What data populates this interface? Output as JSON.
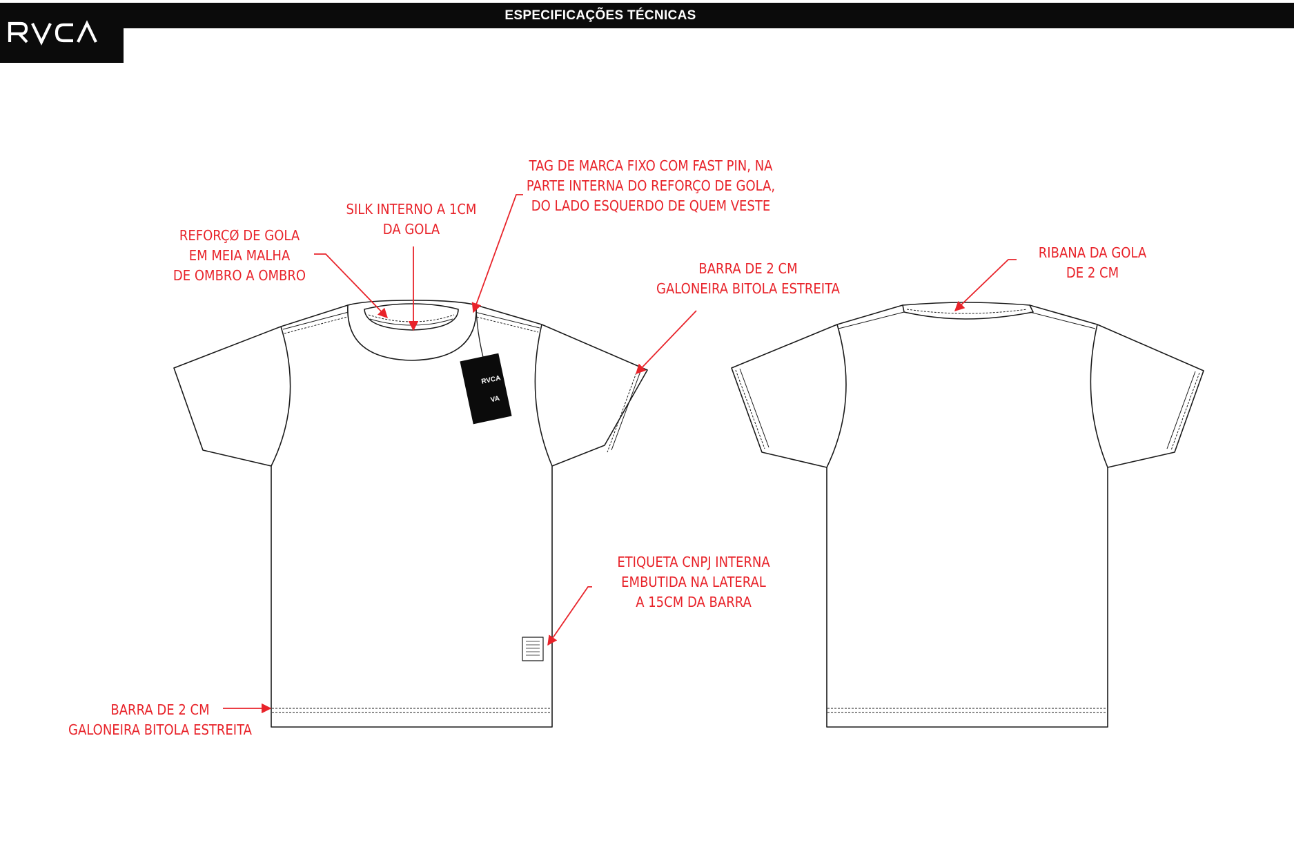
{
  "header": {
    "title": "ESPECIFICAÇÕES TÉCNICAS",
    "logo_text": "RVCA",
    "bar_color": "#0b0b0b"
  },
  "hangtag": {
    "brand": "RVCA",
    "mark": "VA"
  },
  "callouts": {
    "collar_reinforcement": [
      "REFORÇØ DE GOLA",
      "EM MEIA MALHA",
      "DE OMBRO A OMBRO"
    ],
    "inner_silk": [
      "SILK INTERNO A 1CM",
      "DA GOLA"
    ],
    "brand_tag": [
      "TAG DE MARCA FIXO COM FAST PIN, NA",
      "PARTE INTERNA DO REFORÇO DE GOLA,",
      "DO LADO ESQUERDO  DE QUEM VESTE"
    ],
    "sleeve_hem": [
      "BARRA DE 2 CM",
      "GALONEIRA BITOLA ESTREITA"
    ],
    "cnpj_label": [
      "ETIQUETA CNPJ INTERNA",
      "EMBUTIDA NA LATERAL",
      "A 15CM DA BARRA"
    ],
    "bottom_hem": [
      "BARRA DE 2 CM",
      "GALONEIRA BITOLA ESTREITA"
    ],
    "back_collar_rib": [
      "RIBANA DA GOLA",
      "DE 2 CM"
    ]
  },
  "colors": {
    "annotation": "#e8232a",
    "outline": "#1a1a1a",
    "background": "#ffffff"
  }
}
